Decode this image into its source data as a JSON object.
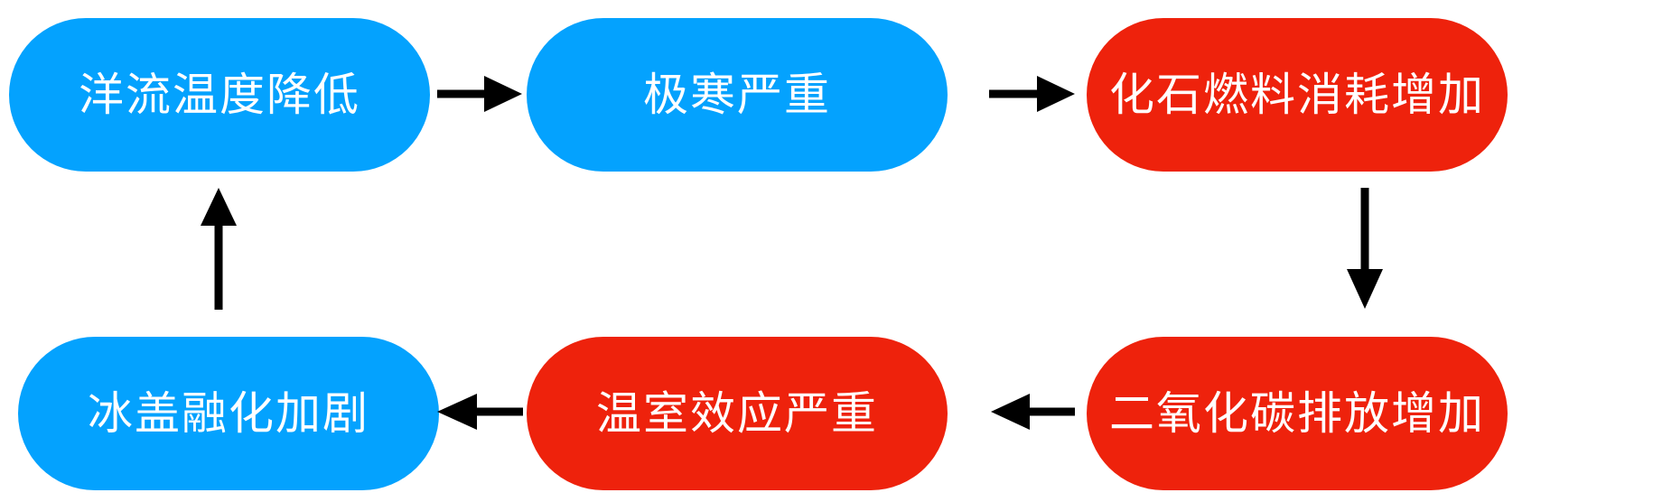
{
  "colors": {
    "cold": "#04a2fe",
    "warm": "#ee220c",
    "arrow": "#000000",
    "text": "#ffffff"
  },
  "nodes": [
    {
      "id": "ocean-temp-drop",
      "label": "洋流温度降低",
      "color": "cold"
    },
    {
      "id": "severe-cold",
      "label": "极寒严重",
      "color": "cold"
    },
    {
      "id": "fossil-fuel-increase",
      "label": "化石燃料消耗增加",
      "color": "warm"
    },
    {
      "id": "co2-emission-increase",
      "label": "二氧化碳排放增加",
      "color": "warm"
    },
    {
      "id": "greenhouse-severe",
      "label": "温室效应严重",
      "color": "warm"
    },
    {
      "id": "ice-melt-accelerate",
      "label": "冰盖融化加剧",
      "color": "cold"
    }
  ],
  "edges": [
    {
      "from": "ocean-temp-drop",
      "to": "severe-cold"
    },
    {
      "from": "severe-cold",
      "to": "fossil-fuel-increase"
    },
    {
      "from": "fossil-fuel-increase",
      "to": "co2-emission-increase"
    },
    {
      "from": "co2-emission-increase",
      "to": "greenhouse-severe"
    },
    {
      "from": "greenhouse-severe",
      "to": "ice-melt-accelerate"
    },
    {
      "from": "ice-melt-accelerate",
      "to": "ocean-temp-drop"
    }
  ]
}
